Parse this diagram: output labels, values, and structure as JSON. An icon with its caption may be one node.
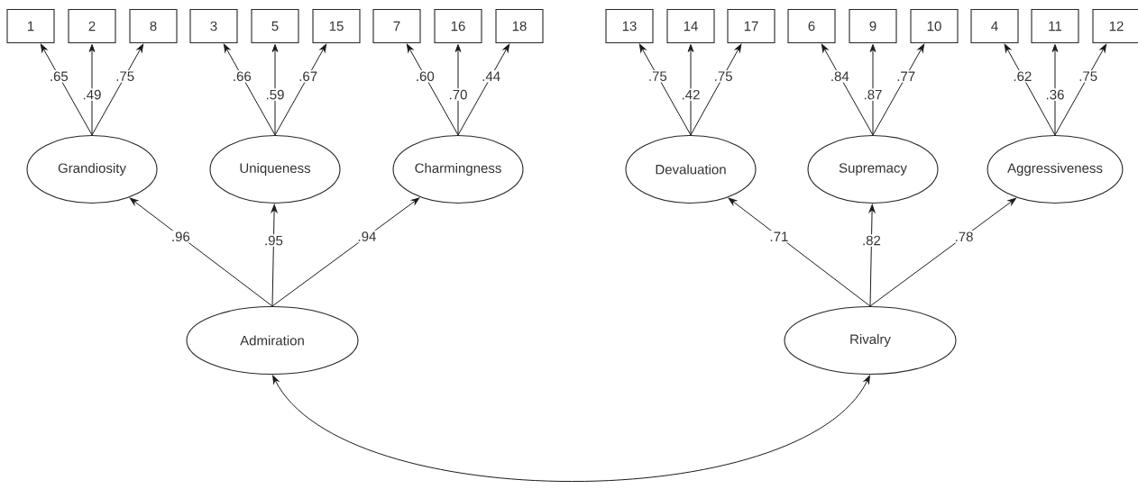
{
  "diagram": {
    "nodes": [
      {
        "text": [
          "1"
        ]
      },
      {
        "text": [
          "2"
        ]
      },
      {
        "text": [
          "8"
        ]
      },
      {
        "text": [
          "3"
        ]
      },
      {
        "text": [
          "5"
        ]
      },
      {
        "text": [
          "15"
        ]
      },
      {
        "text": [
          "7"
        ]
      },
      {
        "text": [
          "16"
        ]
      },
      {
        "text": [
          "18"
        ]
      },
      {
        "text": [
          "13"
        ]
      },
      {
        "text": [
          "14"
        ]
      },
      {
        "text": [
          "17"
        ]
      },
      {
        "text": [
          "6"
        ]
      },
      {
        "text": [
          "9"
        ]
      },
      {
        "text": [
          "10"
        ]
      },
      {
        "text": [
          "4"
        ]
      },
      {
        "text": [
          "11"
        ]
      },
      {
        "text": [
          "12"
        ]
      },
      {
        "text": [
          "Grandiosity"
        ]
      },
      {
        "text": [
          "Uniqueness"
        ]
      },
      {
        "text": [
          "Charmingness"
        ]
      },
      {
        "text": [
          "Devaluation"
        ]
      },
      {
        "text": [
          "Supremacy"
        ]
      },
      {
        "text": [
          "Aggressiveness"
        ]
      },
      {
        "text": [
          "Admiration"
        ]
      },
      {
        "text": [
          "Rivalry"
        ]
      }
    ],
    "edges": [
      {
        "from": 18,
        "to": 0,
        "arrow": "to",
        "label": ".65"
      },
      {
        "from": 18,
        "to": 1,
        "arrow": "to",
        "label": ".49"
      },
      {
        "from": 18,
        "to": 2,
        "arrow": "to",
        "label": ".75"
      },
      {
        "from": 19,
        "to": 3,
        "arrow": "to",
        "label": ".66"
      },
      {
        "from": 19,
        "to": 4,
        "arrow": "to",
        "label": ".59"
      },
      {
        "from": 19,
        "to": 5,
        "arrow": "to",
        "label": ".67"
      },
      {
        "from": 20,
        "to": 6,
        "arrow": "to",
        "label": ".60"
      },
      {
        "from": 20,
        "to": 7,
        "arrow": "to",
        "label": ".70"
      },
      {
        "from": 20,
        "to": 8,
        "arrow": "to",
        "label": ".44"
      },
      {
        "from": 21,
        "to": 9,
        "arrow": "to",
        "label": ".75"
      },
      {
        "from": 21,
        "to": 10,
        "arrow": "to",
        "label": ".42"
      },
      {
        "from": 21,
        "to": 11,
        "arrow": "to",
        "label": ".75"
      },
      {
        "from": 22,
        "to": 12,
        "arrow": "to",
        "label": ".84"
      },
      {
        "from": 22,
        "to": 13,
        "arrow": "to",
        "label": ".87"
      },
      {
        "from": 22,
        "to": 14,
        "arrow": "to",
        "label": ".77"
      },
      {
        "from": 23,
        "to": 15,
        "arrow": "to",
        "label": ".62"
      },
      {
        "from": 23,
        "to": 16,
        "arrow": "to",
        "label": ".36"
      },
      {
        "from": 23,
        "to": 17,
        "arrow": "to",
        "label": ".75"
      },
      {
        "from": 24,
        "to": 18,
        "arrow": "to",
        "label": ".96"
      },
      {
        "from": 24,
        "to": 19,
        "arrow": "to",
        "label": ".95"
      },
      {
        "from": 24,
        "to": 20,
        "arrow": "to",
        "label": ".94"
      },
      {
        "from": 25,
        "to": 21,
        "arrow": "to",
        "label": ".71"
      },
      {
        "from": 25,
        "to": 22,
        "arrow": "to",
        "label": ".82"
      },
      {
        "from": 25,
        "to": 23,
        "arrow": "to",
        "label": ".78"
      },
      {
        "from": 24,
        "to": 25,
        "arrow": "both"
      }
    ]
  }
}
